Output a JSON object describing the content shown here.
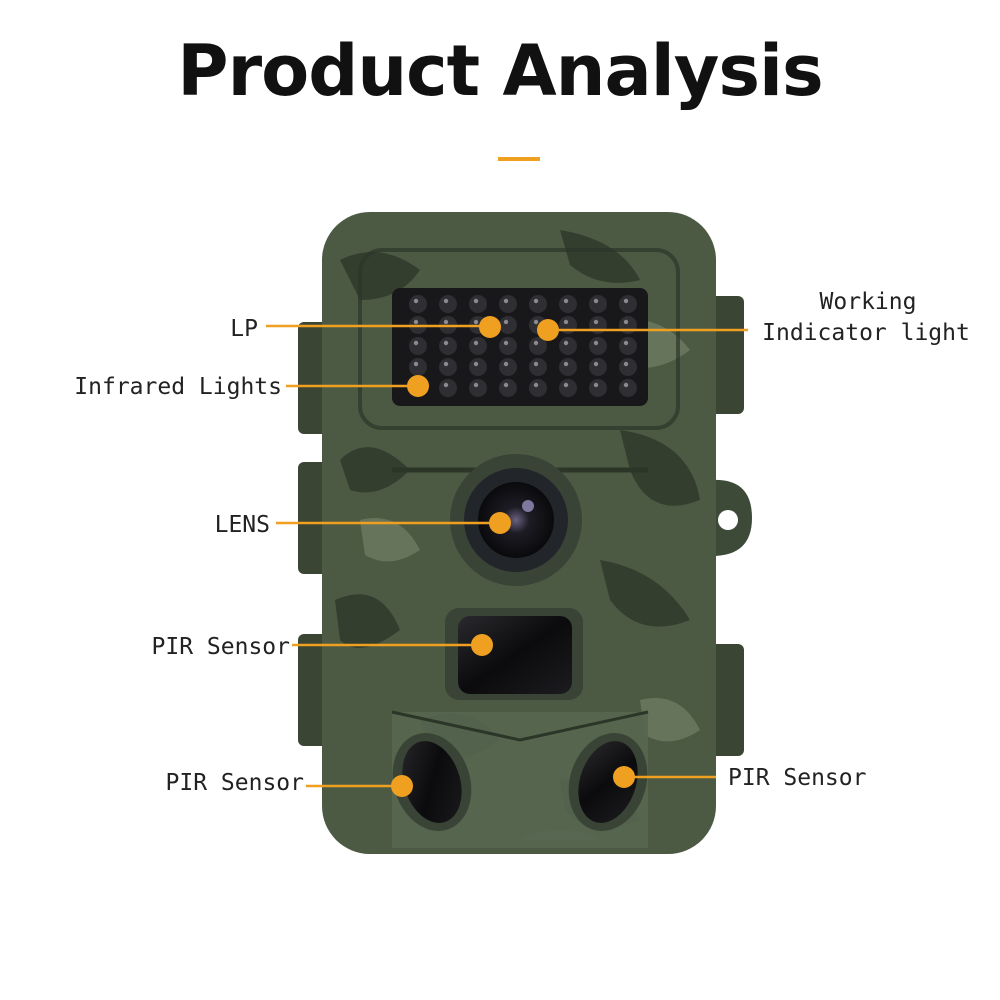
{
  "title": "Product Analysis",
  "colors": {
    "accent": "#f0a020",
    "camo_base": "#4c5a44",
    "camo_dark": "#2f3a2c",
    "camo_light": "#76866a"
  },
  "callouts": {
    "lp": "LP",
    "infrared": "Infrared Lights",
    "lens": "LENS",
    "pir_center": "PIR Sensor",
    "pir_left": "PIR Sensor",
    "pir_right": "PIR Sensor",
    "working_line1": "Working",
    "working_line2": "Indicator light"
  }
}
